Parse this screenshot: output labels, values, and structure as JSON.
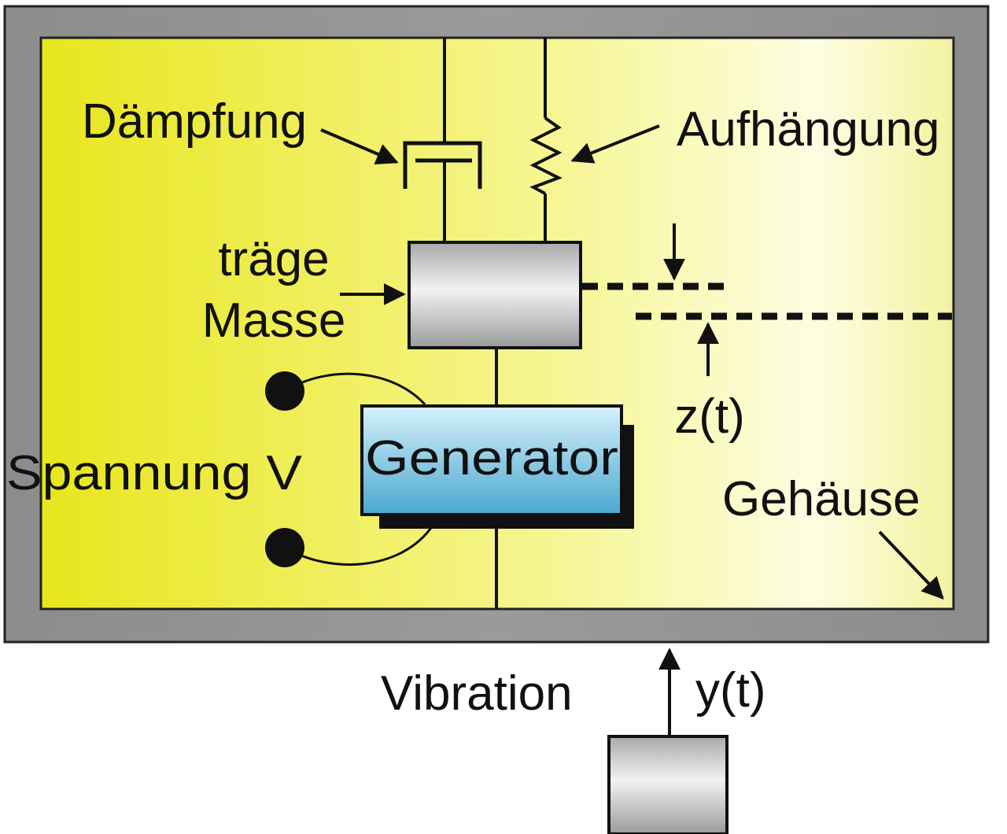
{
  "labels": {
    "damping": "Dämpfung",
    "suspension": "Aufhängung",
    "mass_line1": "träge",
    "mass_line2": "Masse",
    "displacement": "z(t)",
    "generator": "Generator",
    "voltage": "Spannung V",
    "housing": "Gehäuse",
    "vibration": "Vibration",
    "input": "y(t)"
  },
  "colors": {
    "housing_frame": "#8a8a8a",
    "interior_edge": "#e8e61c",
    "interior_center": "#fdfde0",
    "mass": "#bdbdbd",
    "generator": "#7ec8e3",
    "line": "#111111"
  }
}
